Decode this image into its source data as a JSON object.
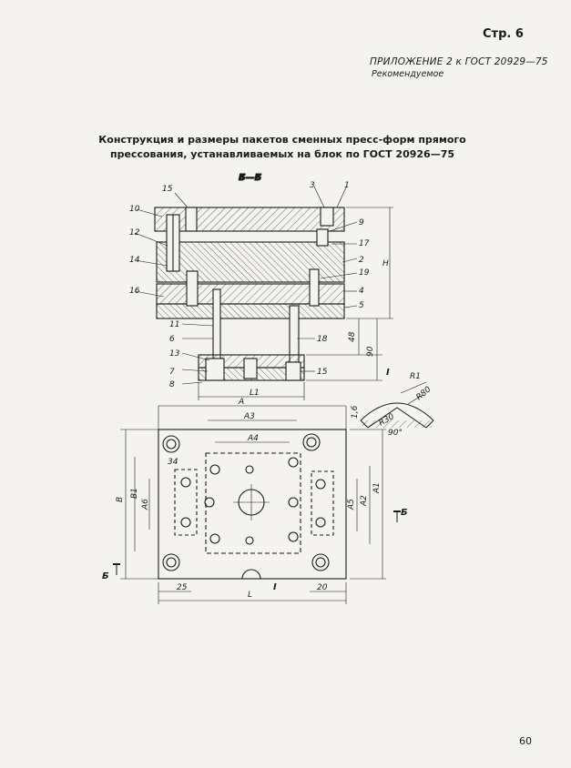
{
  "header": {
    "page_label": "Стр. 6",
    "appendix": "ПРИЛОЖЕНИЕ 2 к ГОСТ 20929—75",
    "recommended": "Рекомендуемое"
  },
  "title": {
    "line1": "Конструкция и размеры пакетов сменных пресс-форм прямого",
    "line2": "прессования, устанавливаемых на блок по ГОСТ 20926—75"
  },
  "section_view": {
    "section_label": "Б—Б",
    "part_numbers": [
      "1",
      "2",
      "3",
      "4",
      "5",
      "6",
      "7",
      "8",
      "9",
      "10",
      "11",
      "12",
      "13",
      "14",
      "15",
      "16",
      "17",
      "18",
      "19"
    ],
    "dim_H": "H",
    "dim_48": "48",
    "dim_90": "90",
    "dim_L1": "L1",
    "dim_15": "15"
  },
  "detail_view": {
    "label": "I",
    "r1": "R1",
    "r80": "R80",
    "r30": "R30",
    "depth": "1,6",
    "angle": "90°"
  },
  "plan_view": {
    "dim_A": "A",
    "dim_A3": "A3",
    "dim_A4": "A4",
    "dim_A1": "A1",
    "dim_A2": "A2",
    "dim_A5": "A5",
    "dim_B": "B",
    "dim_B1": "B1",
    "dim_A6": "A6",
    "dim_L": "L",
    "dim_25": "25",
    "dim_20": "20",
    "dim_34": "34",
    "section_mark": "Б",
    "detail_mark": "I"
  },
  "footer": {
    "sheet_no": "60"
  }
}
